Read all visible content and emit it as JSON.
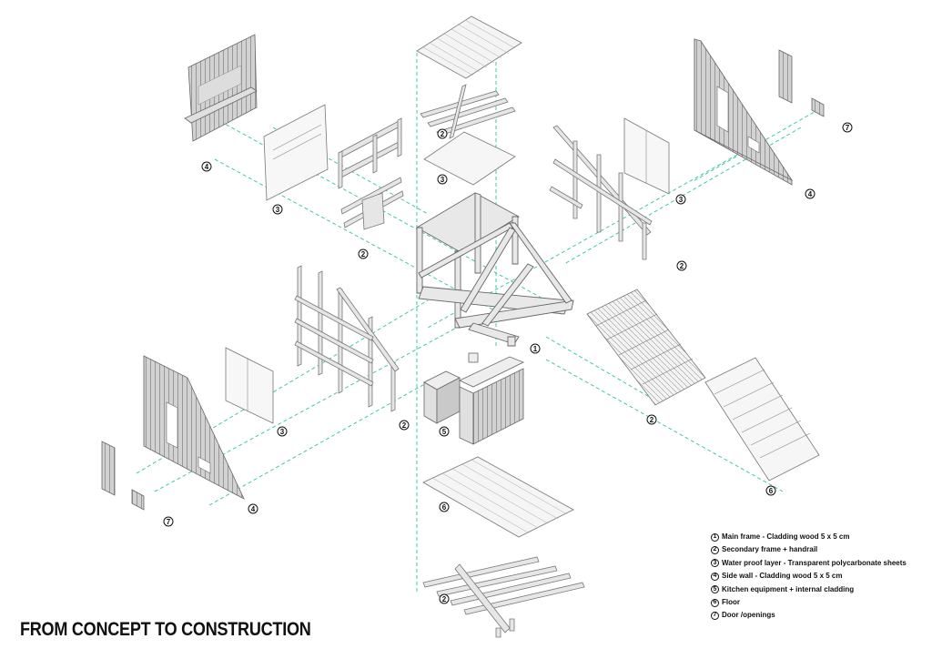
{
  "title": "FROM CONCEPT TO CONSTRUCTION",
  "colors": {
    "guide_line": "#3fc9a2",
    "outline": "#777777",
    "fill": "#e6e6e6",
    "wall": "#c9c9c9"
  },
  "callouts": {
    "main_frame": "1",
    "roof_frame": "2",
    "roof_layer": "3",
    "left_back_frame": "2",
    "left_back_layer": "3",
    "left_back_wall": "4",
    "right_back_frame": "2",
    "right_back_layer": "3",
    "right_back_wall": "4",
    "right_back_openings": "7",
    "left_front_frame": "2",
    "left_front_layer": "3",
    "left_front_wall": "4",
    "left_front_openings": "7",
    "kitchen": "5",
    "stairs_frame": "2",
    "stairs": "6",
    "floor": "6",
    "floor_frame": "2"
  },
  "legend": [
    {
      "num": "1",
      "text": "Main frame - Cladding wood 5 x 5 cm"
    },
    {
      "num": "2",
      "text": "Secondary frame + handrail"
    },
    {
      "num": "3",
      "text": "Water proof layer - Transparent polycarbonate sheets"
    },
    {
      "num": "4",
      "text": "Side wall  - Cladding wood 5 x 5 cm"
    },
    {
      "num": "5",
      "text": "Kitchen equipment + internal cladding"
    },
    {
      "num": "6",
      "text": "Floor"
    },
    {
      "num": "7",
      "text": "Door /openings"
    }
  ]
}
